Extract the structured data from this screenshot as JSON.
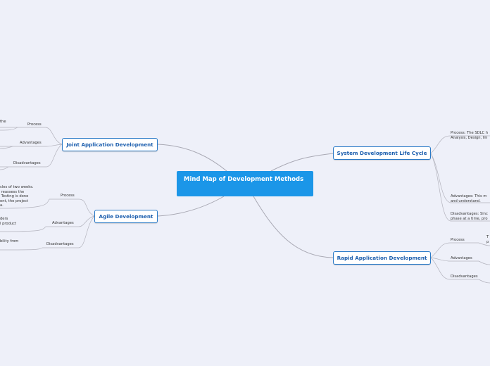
{
  "central": {
    "title": "Mind Map of Development Methods"
  },
  "branches": {
    "sdlc": {
      "title": "System Development Life Cycle",
      "process_text": "Process: The SDLC h\nAnalysis, Design, Im",
      "advantages_text": "Advantages: This m\nand understand.",
      "disadvantages_text": "Disadvantages: Sinc\nphase at a time, pro"
    },
    "jad": {
      "title": "Joint Application Development",
      "process_label": "Process",
      "process_snip": "the",
      "advantages_label": "Advantages",
      "disadvantages_label": "Disadvantages"
    },
    "agile": {
      "title": "Agile Development",
      "process_label": "Process",
      "process_snip": "cles of two weeks.\n reassess the\n Testing is done\nent, the project\na.",
      "advantages_label": "Advantages",
      "advantages_snip": "ders\nl product",
      "disadvantages_label": "Disadvantages",
      "disadvantages_snip": "bility from"
    },
    "rad": {
      "title": "Rapid Application Development",
      "process_label": "Process",
      "process_snip": "T\np",
      "advantages_label": "Advantages",
      "disadvantages_label": "Disadvantages"
    }
  }
}
